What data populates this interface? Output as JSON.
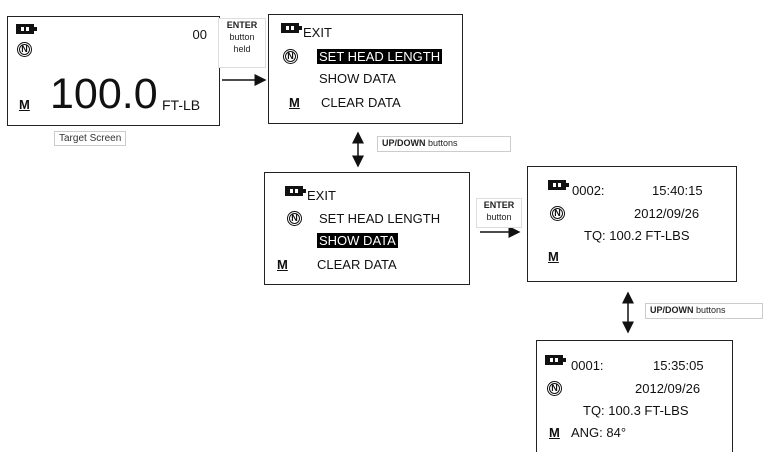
{
  "target_screen": {
    "counter": "00",
    "value": "100.0",
    "unit": "FT-LB",
    "m_label": "M",
    "caption": "Target  Screen"
  },
  "menu_1": {
    "items": [
      "EXIT",
      "SET HEAD LENGTH",
      "SHOW DATA",
      "CLEAR DATA"
    ],
    "m_label": "M"
  },
  "menu_2": {
    "items": [
      "EXIT",
      "SET HEAD LENGTH",
      "SHOW DATA",
      "CLEAR DATA"
    ],
    "m_label": "M"
  },
  "data_1": {
    "index": "0002:",
    "time": "15:40:15",
    "date": "2012/09/26",
    "torque": "TQ:  100.2 FT-LBS",
    "m_label": "M"
  },
  "data_2": {
    "index": "0001:",
    "time": "15:35:05",
    "date": "2012/09/26",
    "torque": "TQ:  100.3 FT-LBS",
    "angle": "ANG:  84°",
    "m_label": "M"
  },
  "labels": {
    "enter_held": [
      "ENTER",
      "button",
      "held"
    ],
    "up_down_1_bold": "UP/DOWN",
    "up_down_1_rest": "buttons",
    "enter_button": [
      "ENTER",
      "button"
    ],
    "up_down_2_bold": "UP/DOWN",
    "up_down_2_rest": "buttons"
  },
  "icons": {
    "battery": "battery-icon",
    "badge": "n-circle-icon"
  }
}
